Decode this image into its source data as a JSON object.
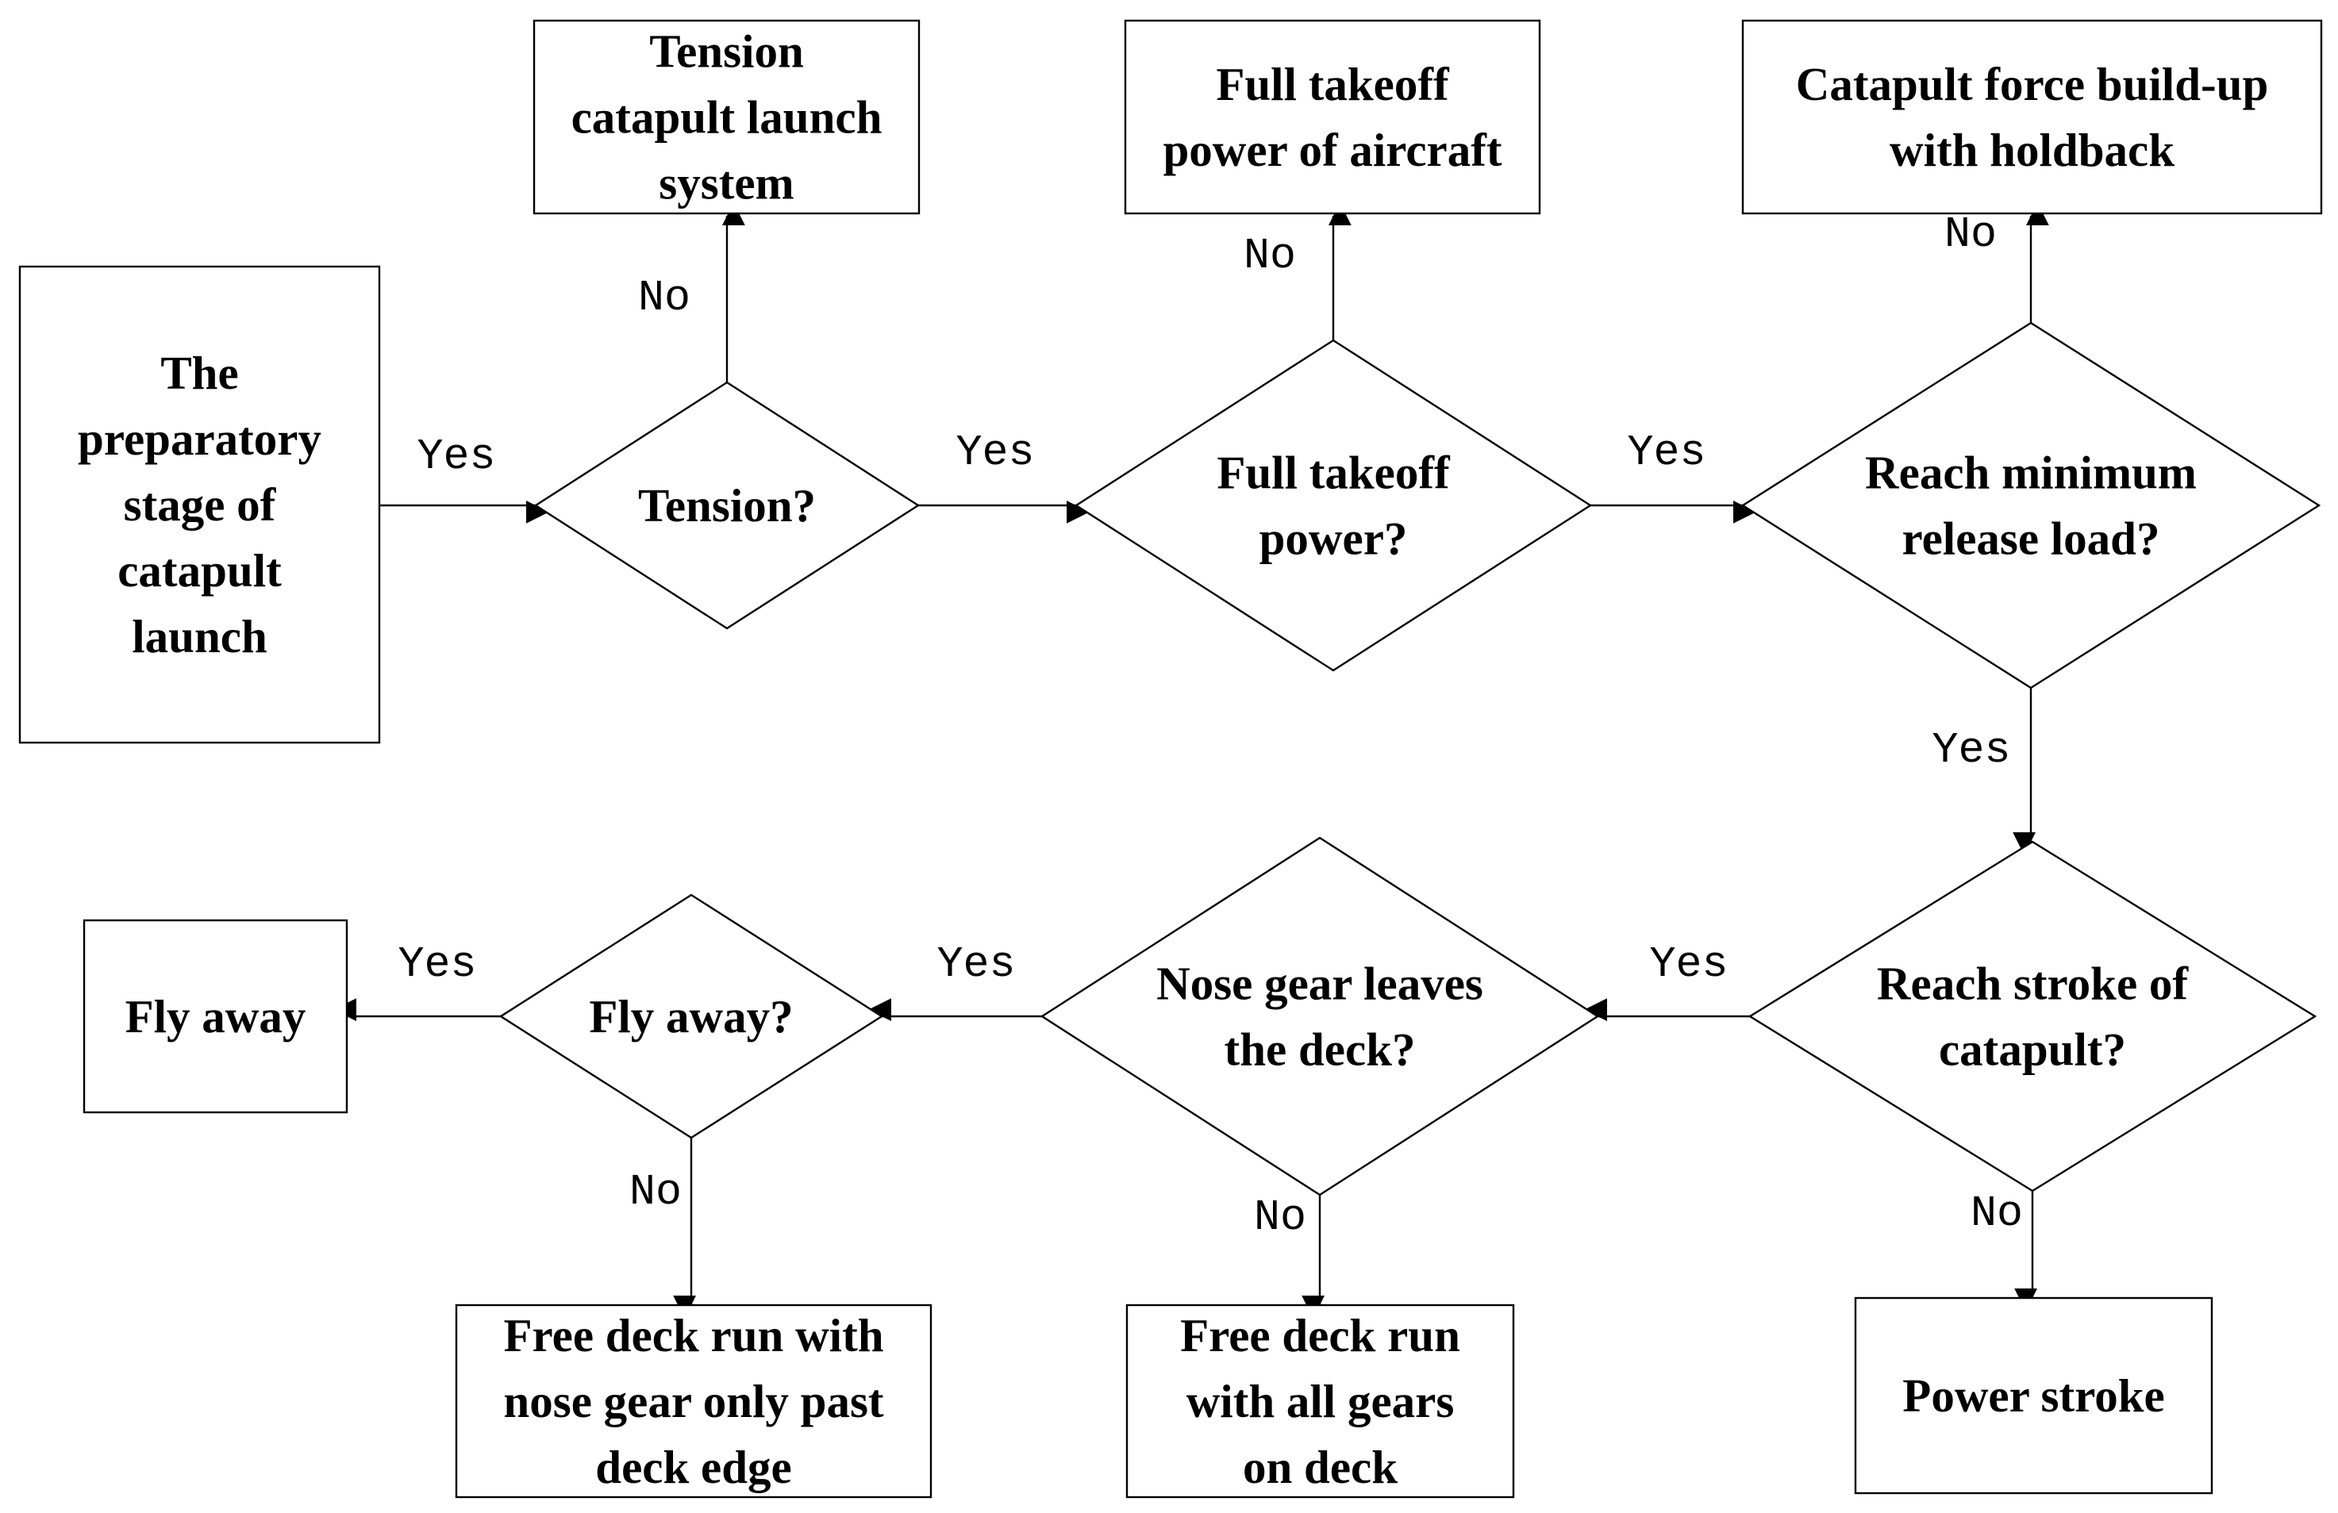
{
  "diagram": {
    "nodes": [
      {
        "id": "prep",
        "shape": "rect",
        "lines": [
          "The",
          "preparatory",
          "stage of",
          "catapult",
          "launch"
        ]
      },
      {
        "id": "tension_q",
        "shape": "diamond",
        "lines": [
          "Tension?"
        ]
      },
      {
        "id": "tension_sys",
        "shape": "rect",
        "lines": [
          "Tension",
          "catapult launch",
          "system"
        ]
      },
      {
        "id": "takeoff_q",
        "shape": "diamond",
        "lines": [
          "Full takeoff",
          "power?"
        ]
      },
      {
        "id": "takeoff_full",
        "shape": "rect",
        "lines": [
          "Full takeoff",
          "power of aircraft"
        ]
      },
      {
        "id": "release_q",
        "shape": "diamond",
        "lines": [
          "Reach minimum",
          "release load?"
        ]
      },
      {
        "id": "holdback",
        "shape": "rect",
        "lines": [
          "Catapult force build-up",
          "with holdback"
        ]
      },
      {
        "id": "stroke_q",
        "shape": "diamond",
        "lines": [
          "Reach stroke of",
          "catapult?"
        ]
      },
      {
        "id": "power_stroke",
        "shape": "rect",
        "lines": [
          "Power stroke"
        ]
      },
      {
        "id": "nose_q",
        "shape": "diamond",
        "lines": [
          "Nose gear leaves",
          "the deck?"
        ]
      },
      {
        "id": "all_gears",
        "shape": "rect",
        "lines": [
          "Free deck run",
          "with all gears",
          "on deck"
        ]
      },
      {
        "id": "fly_q",
        "shape": "diamond",
        "lines": [
          "Fly away?"
        ]
      },
      {
        "id": "nose_only",
        "shape": "rect",
        "lines": [
          "Free deck run with",
          "nose gear only past",
          "deck edge"
        ]
      },
      {
        "id": "fly_away",
        "shape": "rect",
        "lines": [
          "Fly away"
        ]
      }
    ],
    "edges": [
      {
        "id": "e1",
        "from": "prep",
        "to": "tension_q",
        "label": "Yes"
      },
      {
        "id": "e2",
        "from": "tension_q",
        "to": "tension_sys",
        "label": "No"
      },
      {
        "id": "e3",
        "from": "tension_q",
        "to": "takeoff_q",
        "label": "Yes"
      },
      {
        "id": "e4",
        "from": "takeoff_q",
        "to": "takeoff_full",
        "label": "No"
      },
      {
        "id": "e5",
        "from": "takeoff_q",
        "to": "release_q",
        "label": "Yes"
      },
      {
        "id": "e6",
        "from": "release_q",
        "to": "holdback",
        "label": "No"
      },
      {
        "id": "e7",
        "from": "release_q",
        "to": "stroke_q",
        "label": "Yes"
      },
      {
        "id": "e8",
        "from": "stroke_q",
        "to": "power_stroke",
        "label": "No"
      },
      {
        "id": "e9",
        "from": "stroke_q",
        "to": "nose_q",
        "label": "Yes"
      },
      {
        "id": "e10",
        "from": "nose_q",
        "to": "all_gears",
        "label": "No"
      },
      {
        "id": "e11",
        "from": "nose_q",
        "to": "fly_q",
        "label": "Yes"
      },
      {
        "id": "e12",
        "from": "fly_q",
        "to": "nose_only",
        "label": "No"
      },
      {
        "id": "e13",
        "from": "fly_q",
        "to": "fly_away",
        "label": "Yes"
      }
    ]
  }
}
